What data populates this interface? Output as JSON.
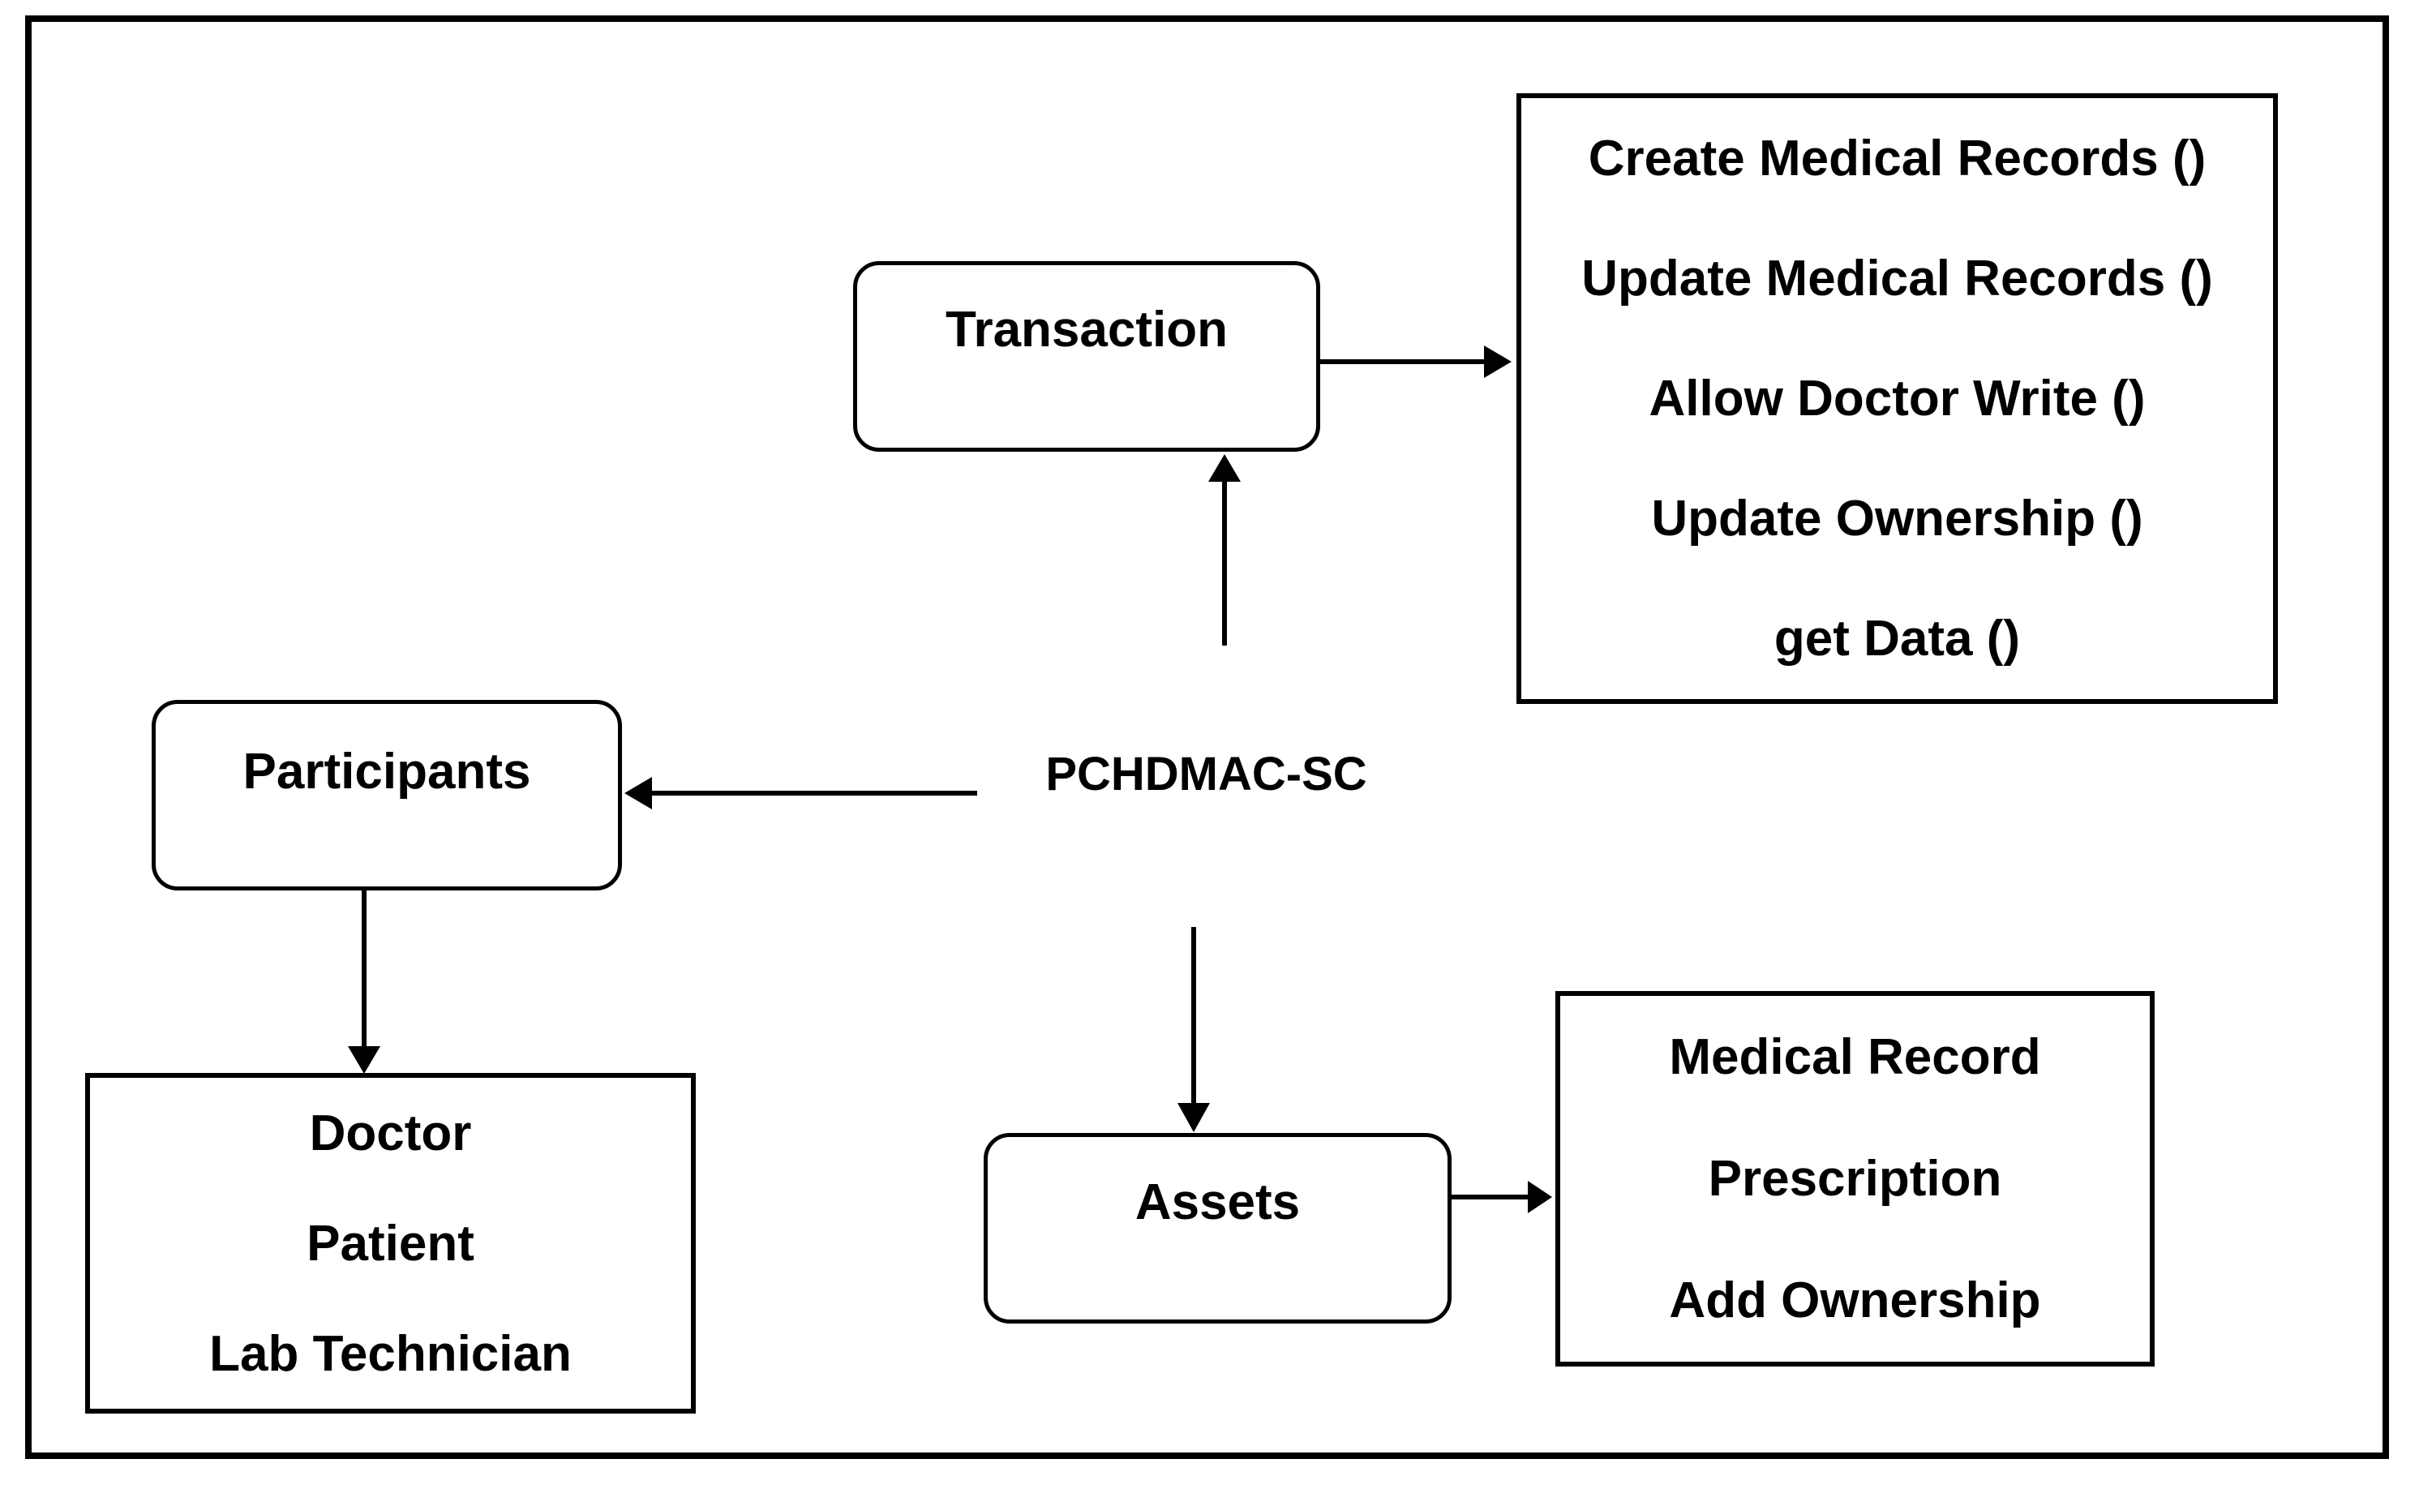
{
  "figure": {
    "background_color": "#ffffff",
    "stroke_color": "#000000",
    "type": "block-diagram"
  },
  "nodes": {
    "pchdmac": {
      "label": "PCHDMAC-SC"
    },
    "transaction": {
      "label": "Transaction"
    },
    "participants": {
      "label": "Participants"
    },
    "assets": {
      "label": "Assets"
    }
  },
  "transaction_methods": {
    "items": [
      "Create Medical Records ()",
      "Update Medical Records ()",
      "Allow Doctor Write ()",
      "Update Ownership ()",
      "get Data ()"
    ]
  },
  "participant_roles": {
    "items": [
      "Doctor",
      "Patient",
      "Lab Technician"
    ]
  },
  "asset_items": {
    "items": [
      "Medical Record",
      "Prescription",
      "Add Ownership"
    ]
  }
}
